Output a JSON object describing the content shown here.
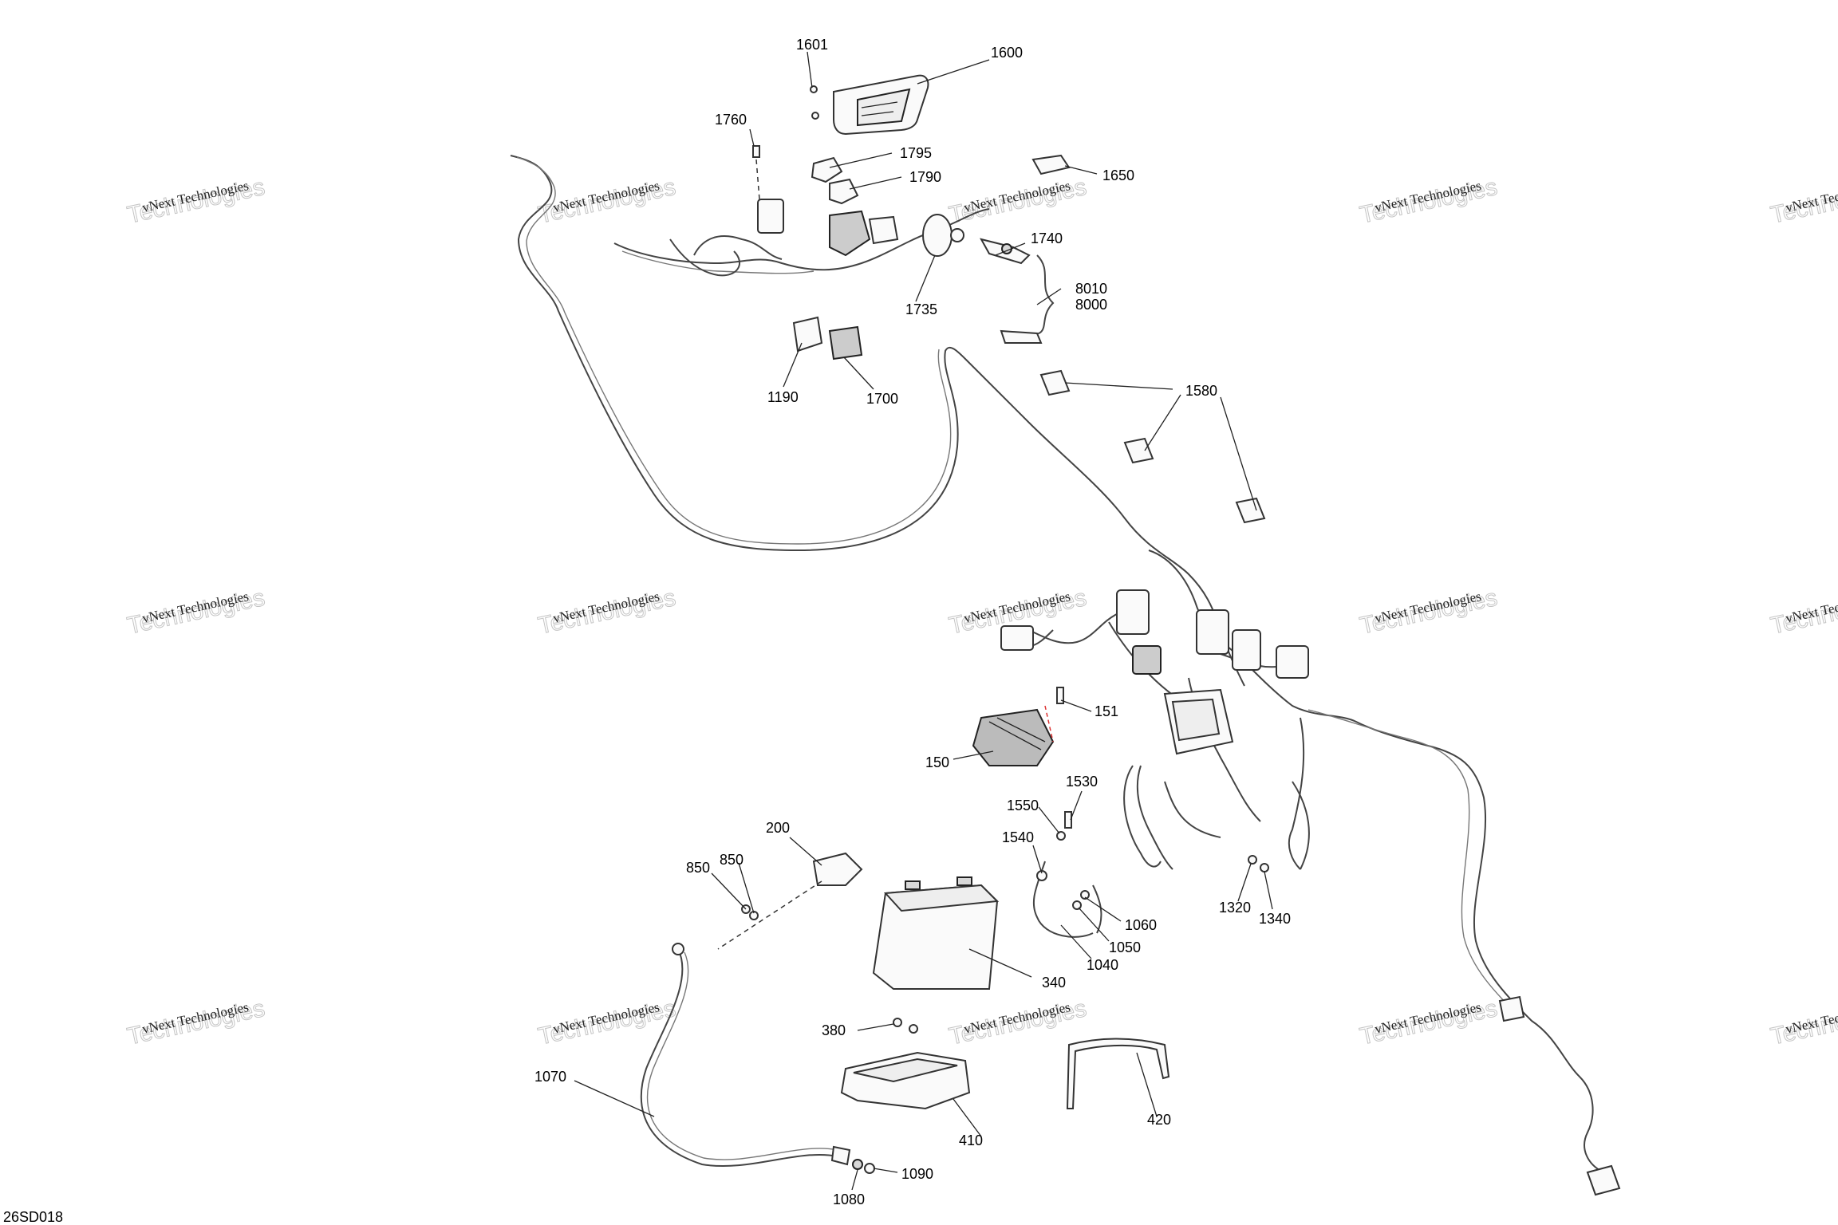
{
  "figure_id": "26SD018",
  "watermark": {
    "line1": "vNext Technologies",
    "line2": "Technologies",
    "corner": "vNext"
  },
  "callouts": [
    "1601",
    "1600",
    "1760",
    "1795",
    "1790",
    "1650",
    "1740",
    "8010",
    "8000",
    "1735",
    "1190",
    "1700",
    "1580",
    "151",
    "150",
    "1530",
    "1550",
    "1540",
    "200",
    "850",
    "850",
    "1060",
    "1050",
    "1040",
    "340",
    "1320",
    "1340",
    "380",
    "410",
    "420",
    "1070",
    "1090",
    "1080"
  ]
}
